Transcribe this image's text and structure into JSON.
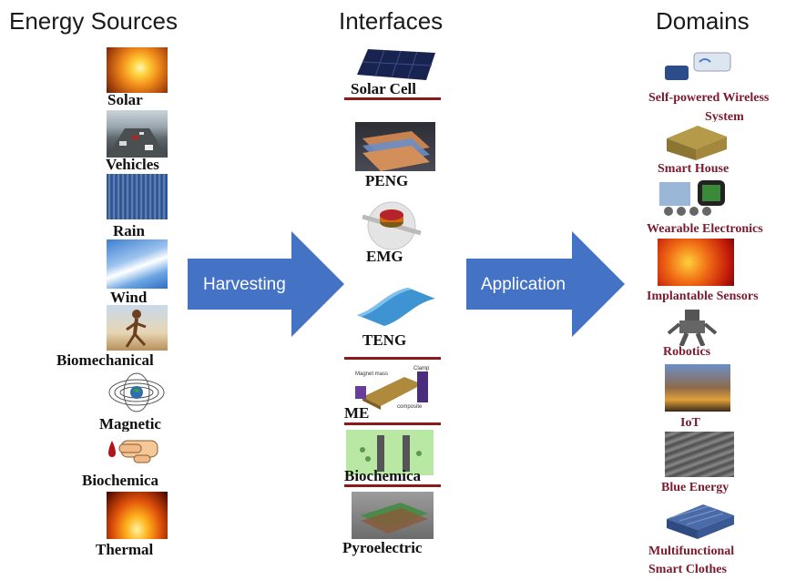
{
  "columns": {
    "sources": "Energy Sources",
    "interfaces": "Interfaces",
    "domains": "Domains"
  },
  "arrows": {
    "harvesting": "Harvesting",
    "application": "Application"
  },
  "sources": [
    "Solar",
    "Vehicles",
    "Rain",
    "Wind",
    "Biomechanical",
    "Magnetic",
    "Biochemica",
    "Thermal"
  ],
  "interfaces": [
    "Solar Cell",
    "PENG",
    "EMG",
    "TENG",
    "ME",
    "Biochemica",
    "Pyroelectric"
  ],
  "domains": {
    "wireless_line1": "Self-powered Wireless",
    "wireless_line2": "System",
    "smart_house": "Smart House",
    "wearable": "Wearable Electronics",
    "implantable": "Implantable Sensors",
    "robotics": "Robotics",
    "iot": "IoT",
    "blue_energy": "Blue Energy",
    "clothes_line1": "Multifunctional",
    "clothes_line2": "Smart Clothes"
  },
  "me_figure": {
    "magnet_mass": "Magnet mass",
    "clamp": "Clamp",
    "composite": "composite"
  }
}
